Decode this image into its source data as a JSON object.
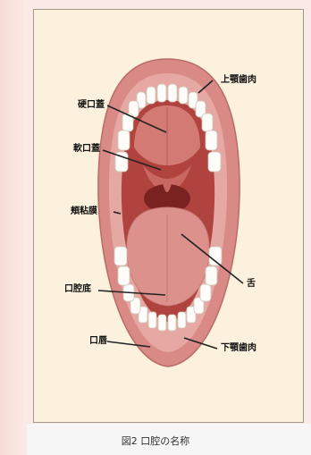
{
  "labels": {
    "hard_palate": "硬口蓋",
    "upper_gum": "上顎歯肉",
    "soft_palate": "軟口蓋",
    "buccal_mucosa": "頬粘膜",
    "tongue": "舌",
    "mouth_floor": "口腔底",
    "lip": "口唇",
    "lower_gum": "下顎歯肉"
  },
  "caption": "図2 口腔の名称",
  "colors": {
    "panel": "#fbf1dd",
    "lips": "#d98a87",
    "mouth_interior": "#b0433e",
    "tongue": "#dd918c",
    "teeth": "#fdfcf8"
  }
}
